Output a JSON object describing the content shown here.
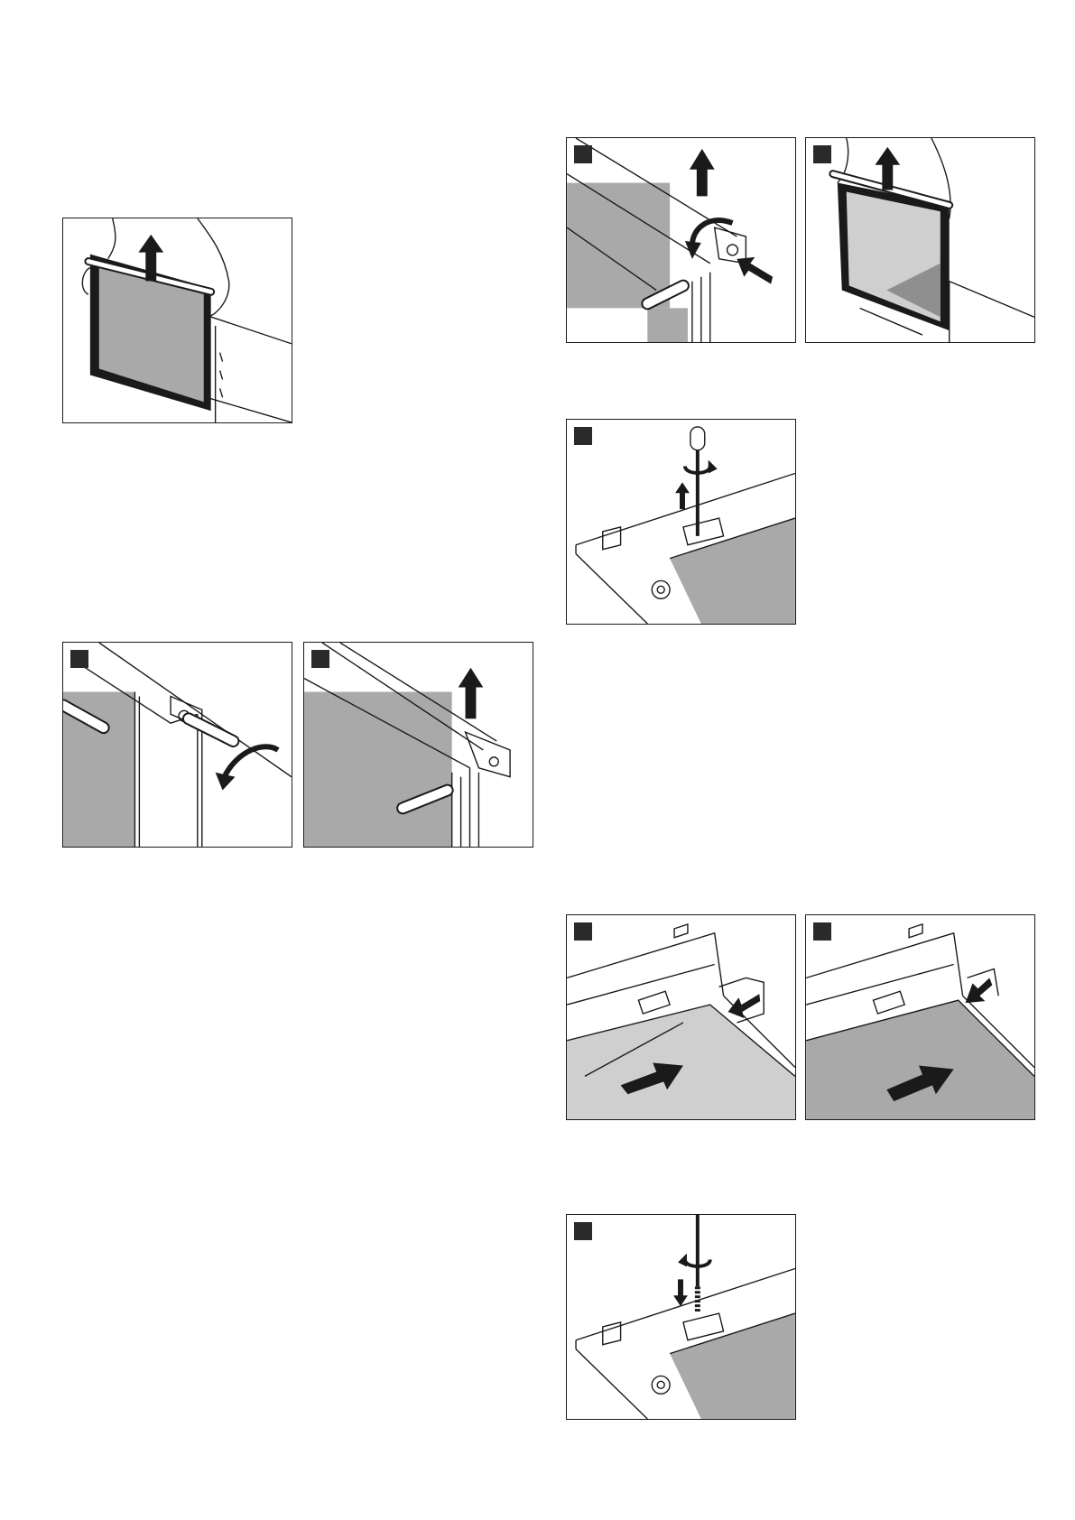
{
  "page": {
    "kind": "installation-instructions-illustrations",
    "text": []
  },
  "figures": [
    {
      "id": "remove-door",
      "step_marker": false,
      "arrows": [
        "up"
      ]
    },
    {
      "id": "handle-screw",
      "step_marker": true,
      "arrows": [
        "rotate-counterclockwise"
      ]
    },
    {
      "id": "handle-lift",
      "step_marker": true,
      "arrows": [
        "up"
      ]
    },
    {
      "id": "cover-lift",
      "step_marker": true,
      "arrows": [
        "up",
        "rotate",
        "push-left"
      ]
    },
    {
      "id": "door-lift",
      "step_marker": true,
      "arrows": [
        "up"
      ]
    },
    {
      "id": "hinge-unscrew",
      "step_marker": true,
      "arrows": [
        "rotate-clockwise",
        "up"
      ]
    },
    {
      "id": "glass-insert",
      "step_marker": true,
      "arrows": [
        "push-diagonal",
        "push-left"
      ]
    },
    {
      "id": "glass-push",
      "step_marker": true,
      "arrows": [
        "push-diagonal",
        "push-down-left"
      ]
    },
    {
      "id": "hinge-screw",
      "step_marker": true,
      "arrows": [
        "rotate-counterclockwise",
        "down"
      ]
    }
  ],
  "colors": {
    "line": "#1a1a1a",
    "glass": "#a9a9a9",
    "glass_light": "#cfcfcf",
    "marker": "#2a2a2a"
  }
}
